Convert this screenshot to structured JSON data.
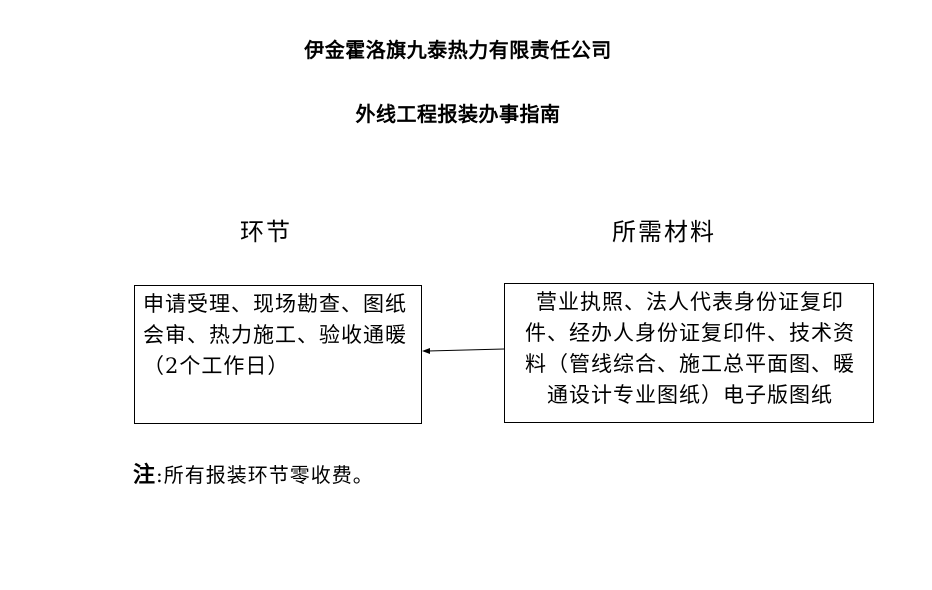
{
  "header": {
    "company": "伊金霍洛旗九泰热力有限责任公司",
    "guide_title": "外线工程报装办事指南"
  },
  "columns": {
    "left_heading": "环节",
    "right_heading": "所需材料"
  },
  "steps_box": {
    "text": "申请受理、现场勘查、图纸会审、热力施工、验收通暖（2个工作日）"
  },
  "materials_box": {
    "lines": [
      "营业执照、法人代表身份证复印",
      "件、经办人身份证复印件、技术资",
      "料（管线综合、施工总平面图、暖",
      "通设计专业图纸）电子版图纸"
    ]
  },
  "note": {
    "label": "注",
    "text": ":所有报装环节零收费。"
  }
}
